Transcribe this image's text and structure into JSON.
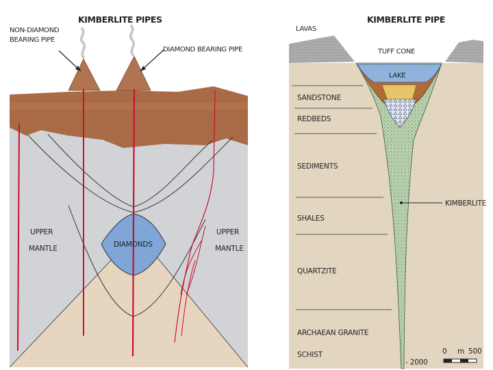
{
  "left": {
    "title": "KIMBERLITE PIPES",
    "non_diamond_line1": "NON-DIAMOND",
    "non_diamond_line2": "BEARING PIPE",
    "diamond_bearing": "DIAMOND BEARING PIPE",
    "upper_left_1": "UPPER",
    "upper_left_2": "MANTLE",
    "upper_right_1": "UPPER",
    "upper_right_2": "MANTLE",
    "diamonds": "DIAMONDS"
  },
  "right": {
    "title": "KIMBERLITE PIPE",
    "lavas": "LAVAS",
    "tuff_cone": "TUFF CONE",
    "lake": "LAKE",
    "sandstone": "SANDSTONE",
    "redbeds": "REDBEDS",
    "sediments": "SEDIMENTS",
    "shales": "SHALES",
    "quartzite": "QUARTZITE",
    "archaean": "ARCHAEAN GRANITE",
    "schist": "SCHIST",
    "kimberlite": "KIMBERLITE",
    "depth": "- 2000",
    "scale_zero": "0",
    "scale_unit": "m",
    "scale_500": "500"
  },
  "colors": {
    "crust": "#a86b45",
    "mantle": "#d2d3d6",
    "diamond_zone": "#e6d6c0",
    "diamonds": "#7fa6d6",
    "kimberlite_vein": "#c8102e",
    "sediment": "#e3d6c0",
    "pipe": "#b7cfae",
    "lake": "#8fb3dd"
  }
}
